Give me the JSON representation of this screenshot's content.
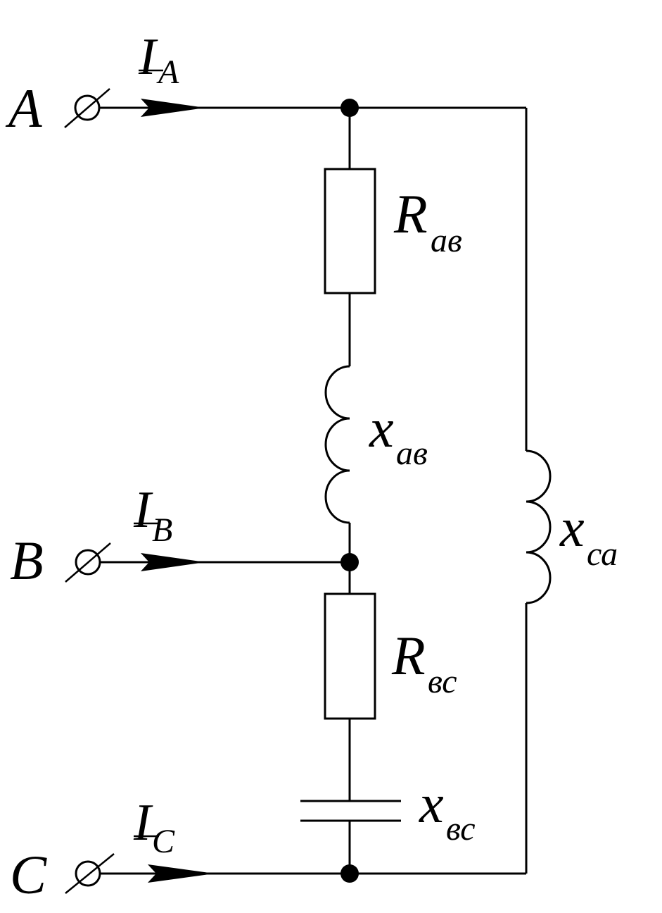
{
  "diagram": {
    "terminals": [
      {
        "id": "A",
        "label": "A",
        "current": "I",
        "current_sub": "A"
      },
      {
        "id": "B",
        "label": "B",
        "current": "I",
        "current_sub": "B"
      },
      {
        "id": "C",
        "label": "C",
        "current": "I",
        "current_sub": "C"
      }
    ],
    "components": {
      "r_ab": {
        "main": "R",
        "sub": "ав",
        "kind": "resistor"
      },
      "x_ab": {
        "main": "x",
        "sub": "ав",
        "kind": "inductor"
      },
      "r_bc": {
        "main": "R",
        "sub": "вс",
        "kind": "resistor"
      },
      "x_bc": {
        "main": "x",
        "sub": "вс",
        "kind": "capacitor"
      },
      "x_ca": {
        "main": "x",
        "sub": "са",
        "kind": "inductor"
      }
    }
  }
}
